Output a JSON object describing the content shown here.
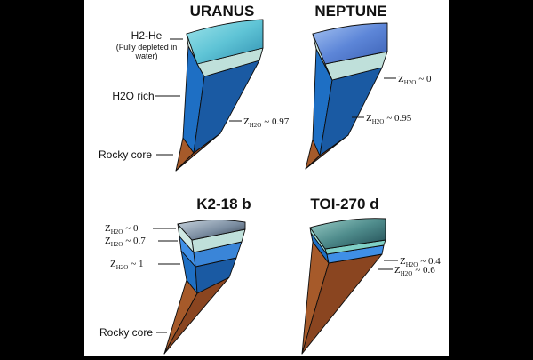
{
  "panels": {
    "uranus": {
      "title": "URANUS",
      "labels": {
        "atmosphere": "H2-He",
        "atmosphere_note_1": "(Fully depleted in",
        "atmosphere_note_2": "water)",
        "mantle": "H2O rich",
        "core": "Rocky core",
        "z_symbol": "Z",
        "z_subscript": "H2O",
        "z_value": "~ 0.97"
      }
    },
    "neptune": {
      "title": "NEPTUNE",
      "labels": {
        "z_symbol": "Z",
        "z_subscript": "H2O",
        "z_upper": "~ 0",
        "z_lower": "~ 0.95"
      }
    },
    "k2_18b": {
      "title": "K2-18 b",
      "labels": {
        "z_symbol": "Z",
        "z_subscript": "H2O",
        "z_1": "~ 0",
        "z_2": "~ 0.7",
        "z_3": "~ 1",
        "core": "Rocky core"
      }
    },
    "toi_270d": {
      "title": "TOI-270 d",
      "labels": {
        "z_symbol": "Z",
        "z_subscript": "H2O",
        "z_1": "~ 0.4",
        "z_2": "~ 0.6"
      }
    }
  },
  "colors": {
    "panel_bg": "#ffffff",
    "atmosphere_side": "#cfe9e4",
    "water_deep": "#1e6fc4",
    "water_deep_dark": "#1a5aa3",
    "water_light": "#3f8fe6",
    "rock": "#a65a2a",
    "rock_dark": "#8a4520",
    "uranus_surface": "#5fc4d6",
    "neptune_surface": "#5d86d8",
    "k2_surface": "#7a8ca0",
    "toi_surface": "#4f8c8c"
  }
}
